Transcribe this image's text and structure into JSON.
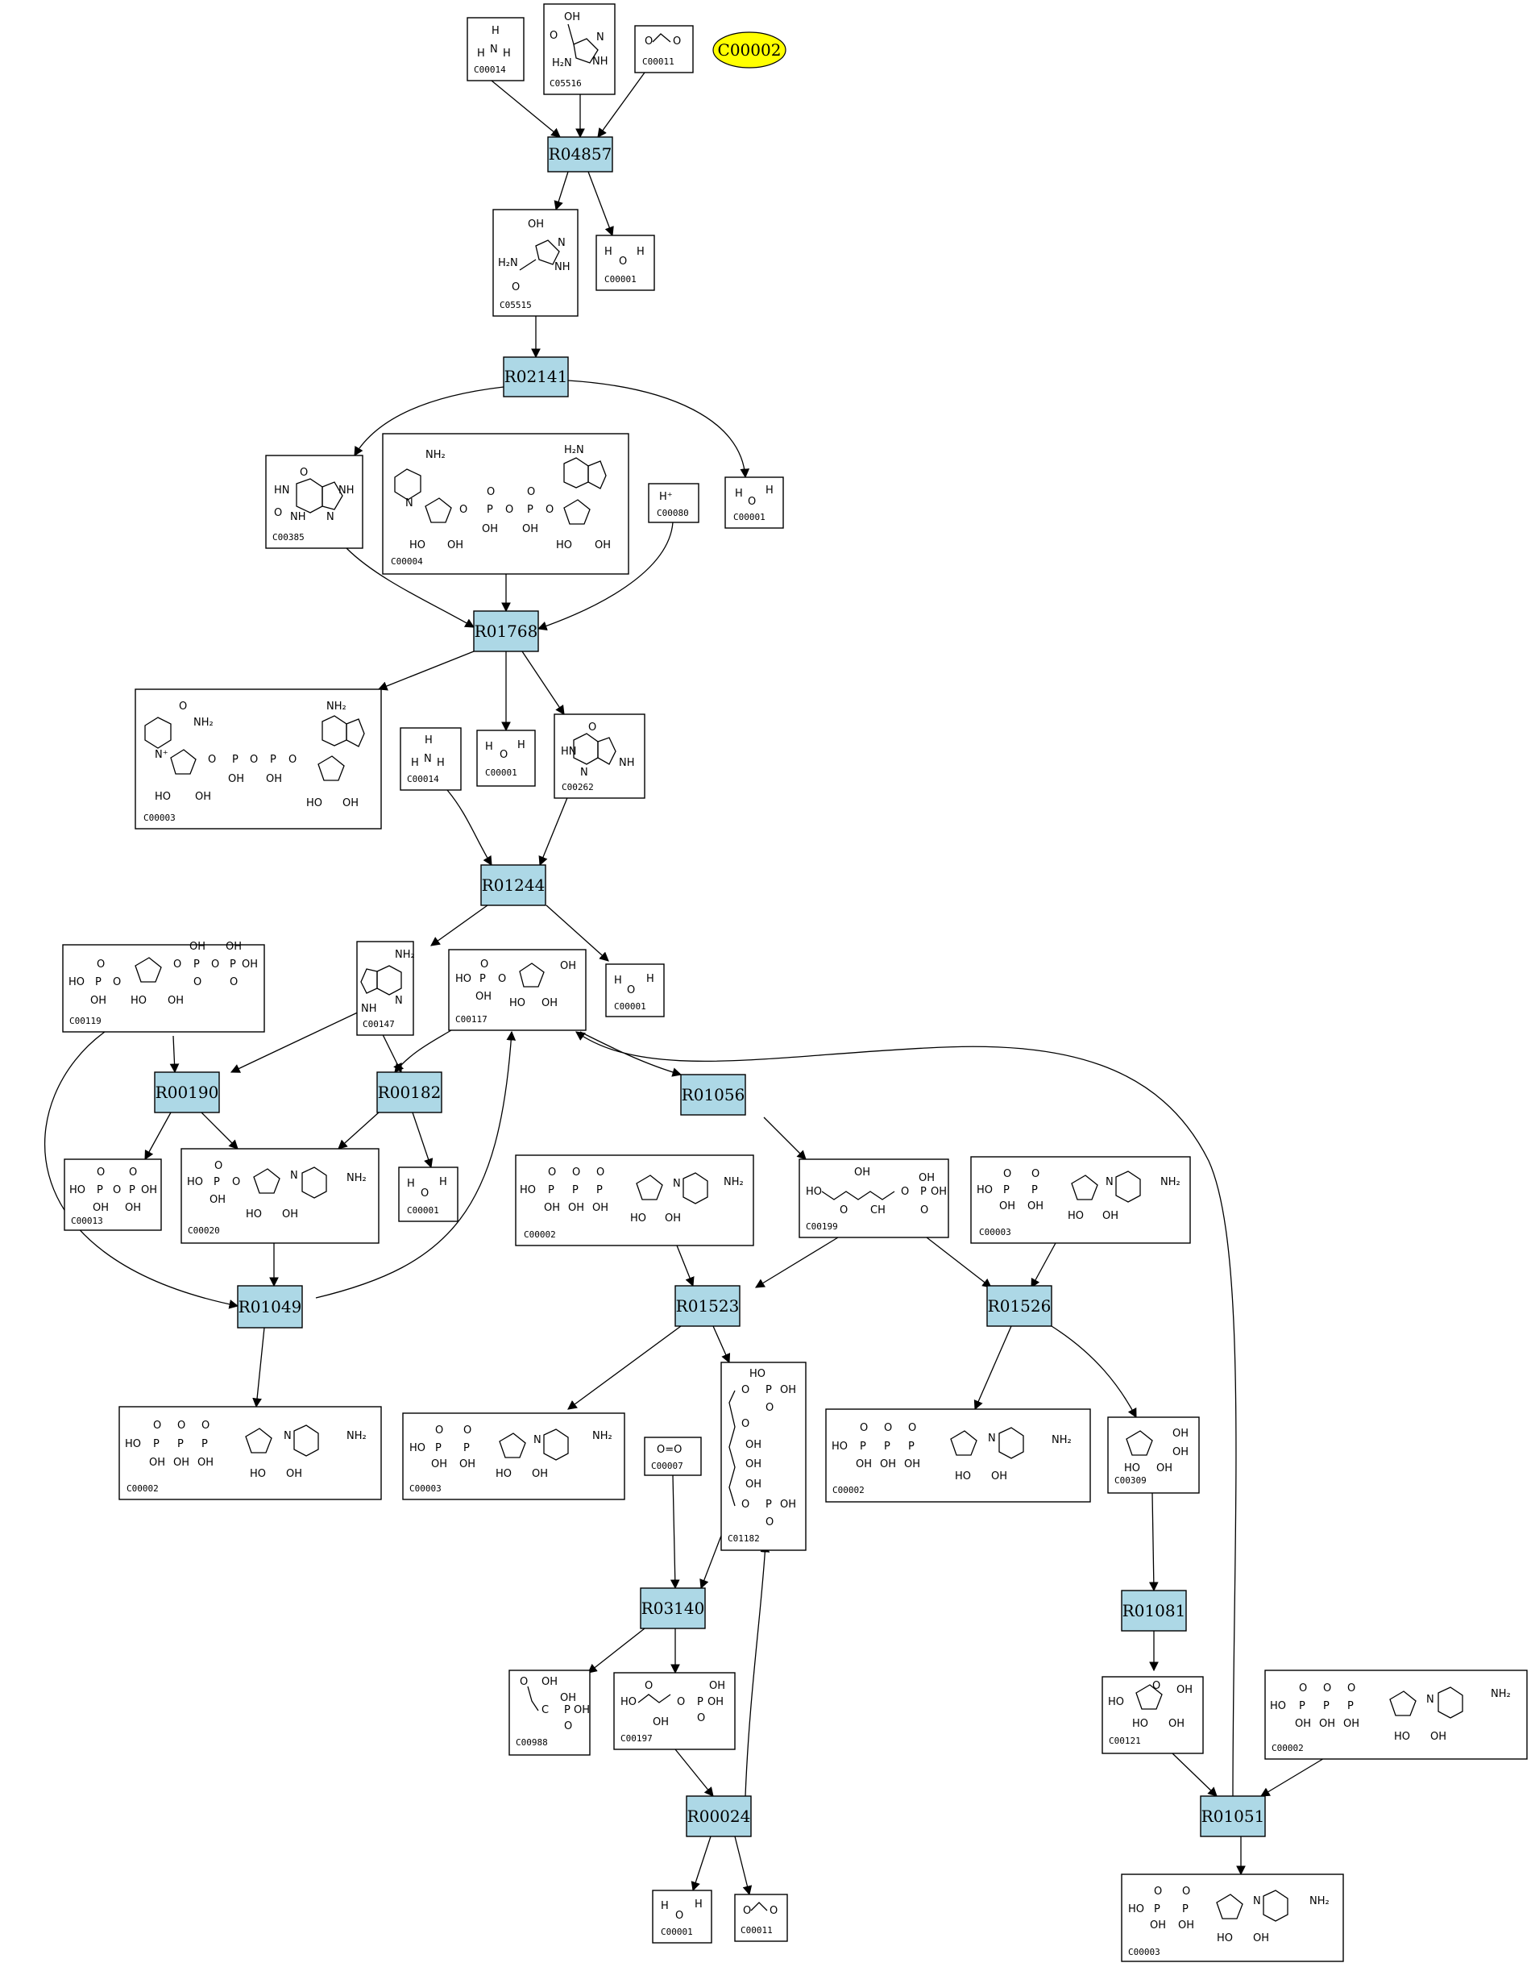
{
  "seed": {
    "label": "C00002",
    "color": "#ffff00"
  },
  "colors": {
    "reaction_fill": "#add8e6",
    "compound_fill": "#ffffff",
    "stroke": "#000000"
  },
  "reactions": [
    {
      "id": "R04857"
    },
    {
      "id": "R02141"
    },
    {
      "id": "R01768"
    },
    {
      "id": "R01244"
    },
    {
      "id": "R00190"
    },
    {
      "id": "R00182"
    },
    {
      "id": "R01056"
    },
    {
      "id": "R01049"
    },
    {
      "id": "R01523"
    },
    {
      "id": "R01526"
    },
    {
      "id": "R03140"
    },
    {
      "id": "R01081"
    },
    {
      "id": "R00024"
    },
    {
      "id": "R01051"
    }
  ],
  "compounds": [
    {
      "key": "c00014a",
      "id": "C00014",
      "depiction": "NH3"
    },
    {
      "key": "c05516",
      "id": "C05516",
      "depiction": "imidazole-carboxylic acid amine"
    },
    {
      "key": "c00011a",
      "id": "C00011",
      "depiction": "O=C=O"
    },
    {
      "key": "c05515",
      "id": "C05515",
      "depiction": "carbamoyl imidazole carboxylate"
    },
    {
      "key": "c00001a",
      "id": "C00001",
      "depiction": "H2O"
    },
    {
      "key": "c00385",
      "id": "C00385",
      "depiction": "xanthine"
    },
    {
      "key": "c00004",
      "id": "C00004",
      "depiction": "NADH"
    },
    {
      "key": "c00080",
      "id": "C00080",
      "depiction": "H+"
    },
    {
      "key": "c00001b",
      "id": "C00001",
      "depiction": "H2O"
    },
    {
      "key": "c00003a",
      "id": "C00003",
      "depiction": "NAD+"
    },
    {
      "key": "c00014b",
      "id": "C00014",
      "depiction": "NH3"
    },
    {
      "key": "c00001c",
      "id": "C00001",
      "depiction": "H2O"
    },
    {
      "key": "c00262",
      "id": "C00262",
      "depiction": "hypoxanthine"
    },
    {
      "key": "c00119",
      "id": "C00119",
      "depiction": "PRPP"
    },
    {
      "key": "c00147",
      "id": "C00147",
      "depiction": "adenine"
    },
    {
      "key": "c00117",
      "id": "C00117",
      "depiction": "ribose 5-phosphate"
    },
    {
      "key": "c00001d",
      "id": "C00001",
      "depiction": "H2O"
    },
    {
      "key": "c00013",
      "id": "C00013",
      "depiction": "pyrophosphate"
    },
    {
      "key": "c00020",
      "id": "C00020",
      "depiction": "AMP"
    },
    {
      "key": "c00001e",
      "id": "C00001",
      "depiction": "H2O"
    },
    {
      "key": "c00002a",
      "id": "C00002",
      "depiction": "ATP"
    },
    {
      "key": "c00199",
      "id": "C00199",
      "depiction": "ribulose 5-phosphate"
    },
    {
      "key": "c00008",
      "id": "C00003",
      "depiction": "ADP"
    },
    {
      "key": "c00002b",
      "id": "C00002",
      "depiction": "ATP"
    },
    {
      "key": "c00003b",
      "id": "C00003",
      "depiction": "ADP"
    },
    {
      "key": "c00007",
      "id": "C00007",
      "depiction": "O=O"
    },
    {
      "key": "c01182",
      "id": "C01182",
      "depiction": "ribulose 1,5-bisphosphate"
    },
    {
      "key": "c00002c",
      "id": "C00002",
      "depiction": "ATP"
    },
    {
      "key": "c00309",
      "id": "C00309",
      "depiction": "ribulose"
    },
    {
      "key": "c00988",
      "id": "C00988",
      "depiction": "phosphoglycolate"
    },
    {
      "key": "c00197",
      "id": "C00197",
      "depiction": "3-phosphoglycerate"
    },
    {
      "key": "c00121",
      "id": "C00121",
      "depiction": "ribose"
    },
    {
      "key": "c00002d",
      "id": "C00002",
      "depiction": "ATP"
    },
    {
      "key": "c00001f",
      "id": "C00001",
      "depiction": "H2O"
    },
    {
      "key": "c00011b",
      "id": "C00011",
      "depiction": "O=C=O"
    },
    {
      "key": "c00003c",
      "id": "C00003",
      "depiction": "ADP"
    }
  ],
  "edges": [
    [
      "c00014a",
      "R04857"
    ],
    [
      "c05516",
      "R04857"
    ],
    [
      "c00011a",
      "R04857"
    ],
    [
      "R04857",
      "c05515"
    ],
    [
      "R04857",
      "c00001a"
    ],
    [
      "c05515",
      "R02141"
    ],
    [
      "R02141",
      "c00385"
    ],
    [
      "R02141",
      "c00001b"
    ],
    [
      "c00385",
      "R01768"
    ],
    [
      "c00004",
      "R01768"
    ],
    [
      "c00080",
      "R01768"
    ],
    [
      "R01768",
      "c00003a"
    ],
    [
      "R01768",
      "c00001c"
    ],
    [
      "R01768",
      "c00262"
    ],
    [
      "c00014b",
      "R01244"
    ],
    [
      "c00262",
      "R01244"
    ],
    [
      "R01244",
      "c00147"
    ],
    [
      "R01244",
      "c00001d"
    ],
    [
      "c00119",
      "R00190"
    ],
    [
      "c00147",
      "R00190"
    ],
    [
      "c00147",
      "R00182"
    ],
    [
      "c00117",
      "R00182"
    ],
    [
      "R00190",
      "c00013"
    ],
    [
      "R00190",
      "c00020"
    ],
    [
      "R00182",
      "c00020"
    ],
    [
      "R00182",
      "c00001e"
    ],
    [
      "c00117",
      "R01056"
    ],
    [
      "R01056",
      "c00199"
    ],
    [
      "c00020",
      "R01049"
    ],
    [
      "c00119",
      "R01049"
    ],
    [
      "R01049",
      "c00117"
    ],
    [
      "R01049",
      "c00002a"
    ],
    [
      "c00002a_mid",
      "R01523"
    ],
    [
      "c00199",
      "R01523"
    ],
    [
      "c00199",
      "R01526"
    ],
    [
      "c00008",
      "R01526"
    ],
    [
      "R01523",
      "c00003b"
    ],
    [
      "R01523",
      "c01182"
    ],
    [
      "R01526",
      "c00002b"
    ],
    [
      "R01526",
      "c00309"
    ],
    [
      "c00007",
      "R03140"
    ],
    [
      "c01182",
      "R03140"
    ],
    [
      "R03140",
      "c00988"
    ],
    [
      "R03140",
      "c00197"
    ],
    [
      "c00309",
      "R01081"
    ],
    [
      "R01081",
      "c00121"
    ],
    [
      "c00197",
      "R00024"
    ],
    [
      "R00024",
      "c01182"
    ],
    [
      "R00024",
      "c00001f"
    ],
    [
      "R00024",
      "c00011b"
    ],
    [
      "c00121",
      "R01051"
    ],
    [
      "c00002d",
      "R01051"
    ],
    [
      "R01051",
      "c00003c"
    ],
    [
      "R01051",
      "c00117"
    ]
  ],
  "atoms": {
    "NH2": "NH₂",
    "NH3_H": "H",
    "N": "N",
    "H": "H",
    "O": "O",
    "OH": "OH",
    "HO": "HO",
    "P": "P",
    "C": "C",
    "Hplus": "H⁺",
    "NH": "NH",
    "HN": "HN",
    "H2N": "H₂N",
    "Nplus": "N⁺",
    "OO": "O=O",
    "CH": "CH"
  }
}
